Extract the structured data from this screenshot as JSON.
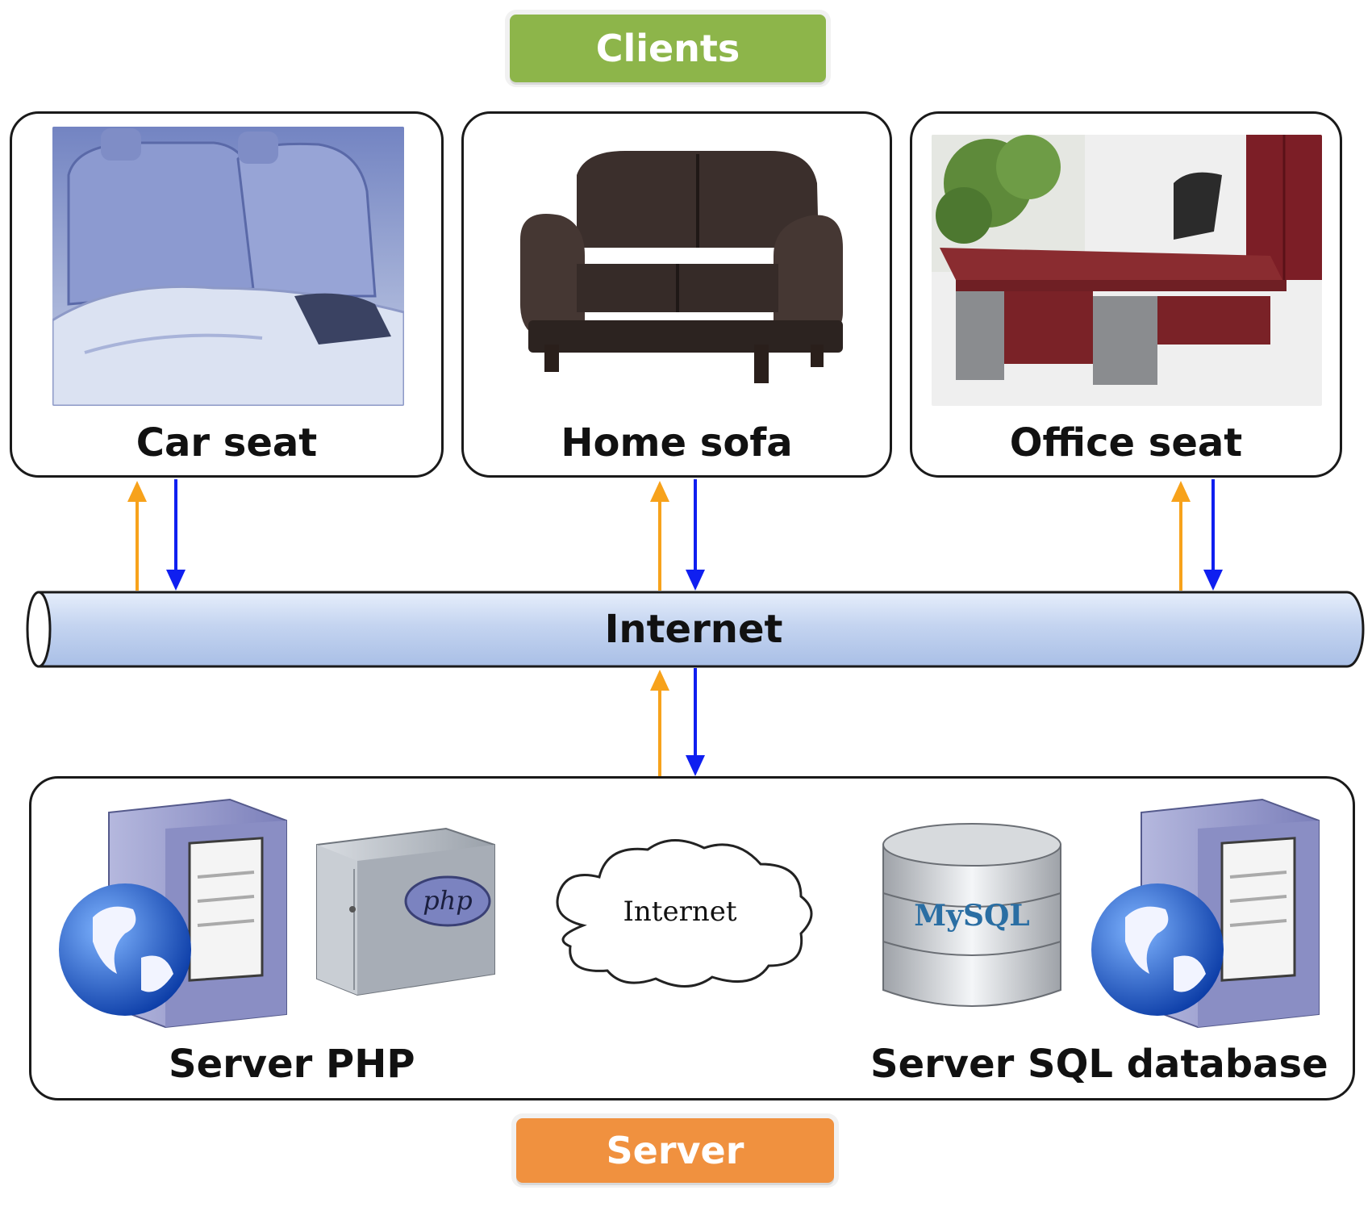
{
  "header": {
    "clients_label": "Clients"
  },
  "clients": [
    {
      "label": "Car seat"
    },
    {
      "label": "Home sofa"
    },
    {
      "label": "Office seat"
    }
  ],
  "network": {
    "internet_label": "Internet",
    "cloud_label": "Internet"
  },
  "server": {
    "php_label": "Server PHP",
    "sql_label": "Server SQL database",
    "php_badge": "php",
    "mysql_badge": "MySQL"
  },
  "footer": {
    "server_label": "Server"
  },
  "colors": {
    "clients_pill": "#8db54a",
    "server_pill": "#f0913f",
    "up_arrow": "#f7a21b",
    "down_arrow": "#0f1ff0",
    "pipe": "#c5d6f2"
  }
}
